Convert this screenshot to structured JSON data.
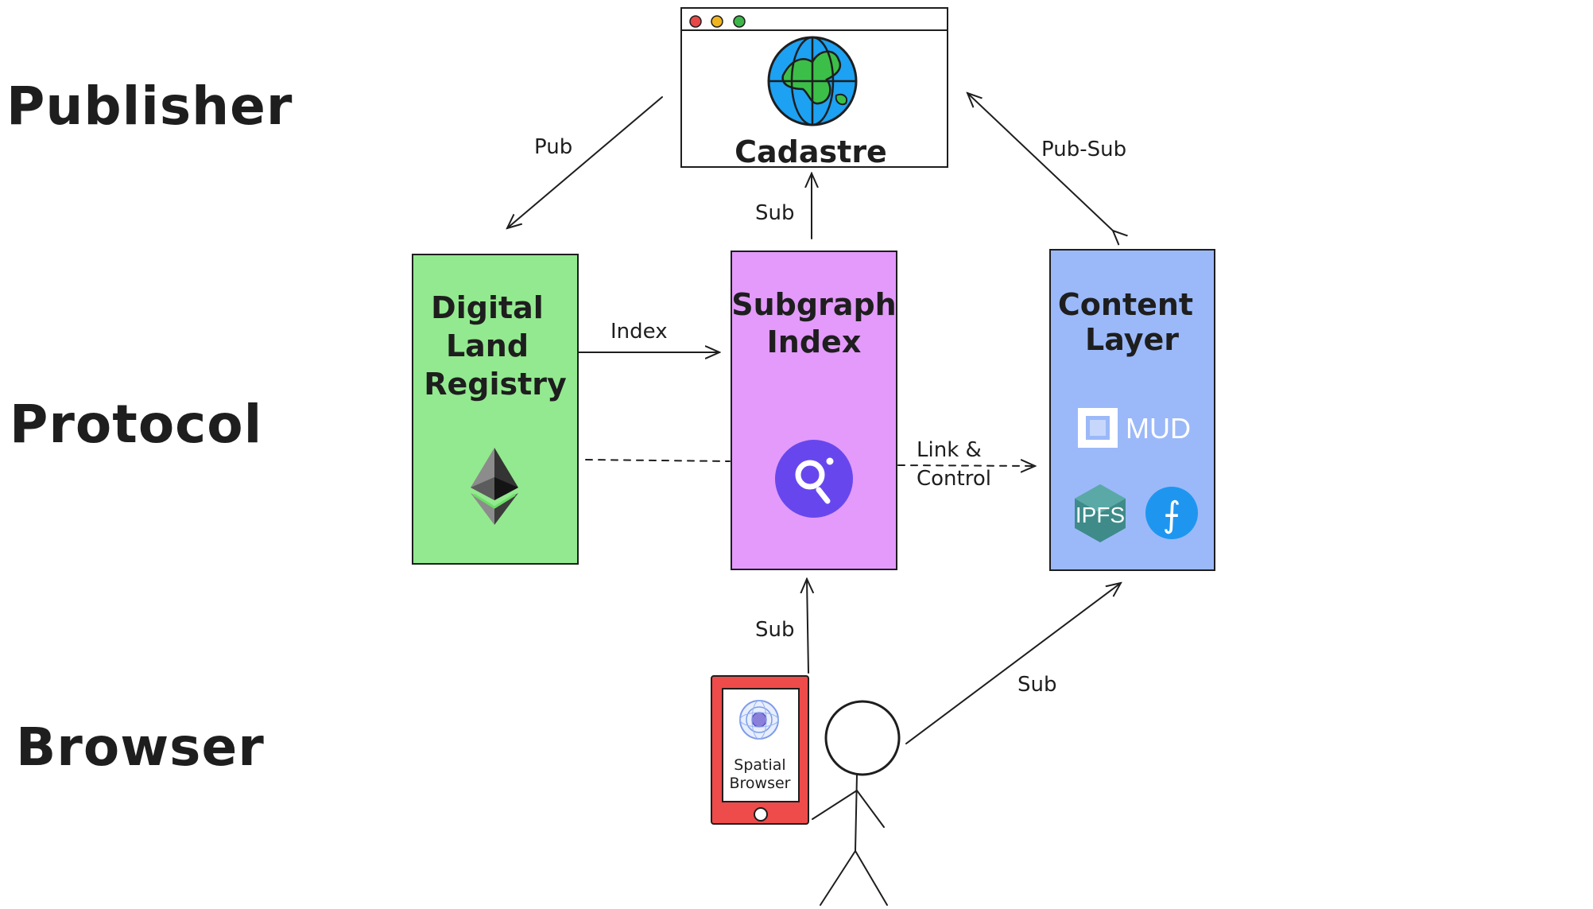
{
  "layers": {
    "publisher": "Publisher",
    "protocol": "Protocol",
    "browser": "Browser"
  },
  "nodes": {
    "cadastre": {
      "label": "Cadastre",
      "icon": "globe-icon"
    },
    "registry": {
      "lines": [
        "Digital",
        "Land",
        "Registry"
      ],
      "icon": "ethereum-icon",
      "color": "#93e98f"
    },
    "subgraph": {
      "lines": [
        "Subgraph",
        "Index"
      ],
      "icon": "the-graph-icon",
      "color": "#e39afa"
    },
    "content": {
      "lines": [
        "Content",
        "Layer"
      ],
      "color": "#9bb9f9",
      "mud_label": "MUD",
      "ipfs_label": "IPFS",
      "filecoin_glyph": "⨍"
    },
    "phone": {
      "lines": [
        "Spatial",
        "Browser"
      ],
      "color": "#ee4b4b"
    }
  },
  "edges": {
    "pub": "Pub",
    "pubsub": "Pub-Sub",
    "sub_top": "Sub",
    "index": "Index",
    "link_control": [
      "Link &",
      "Control"
    ],
    "sub_phone": "Sub",
    "sub_person": "Sub"
  },
  "colors": {
    "window_dots": [
      "#e84848",
      "#f0b41e",
      "#3cb54a"
    ],
    "globe_ocean": "#1da1f2",
    "globe_land": "#3cbf48",
    "graph_purple": "#6747ed",
    "ipfs_teal": "#3e8b8a",
    "filecoin_blue": "#1e96f0"
  }
}
